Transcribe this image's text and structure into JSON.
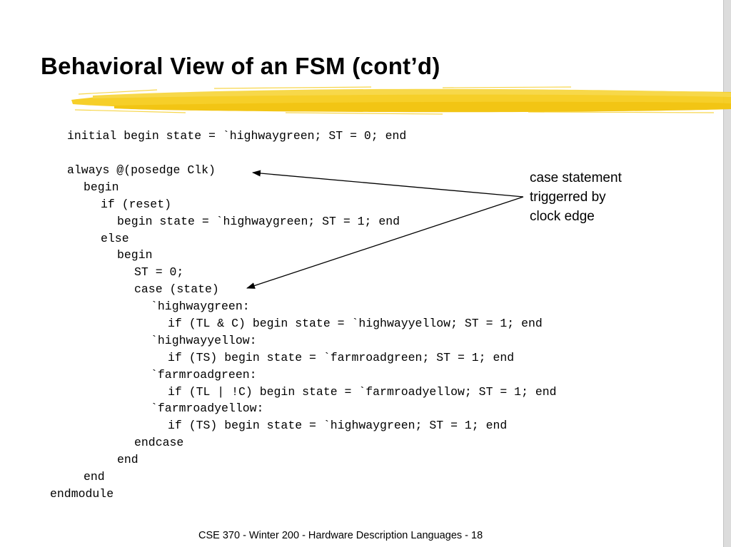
{
  "slide": {
    "title": "Behavioral View of an FSM (cont’d)",
    "accent_color": "#f5cc1e",
    "code_lines": [
      "initial begin state = `highwaygreen; ST = 0; end",
      "always @(posedge Clk)",
      "begin",
      "if (reset)",
      "begin state = `highwaygreen; ST = 1; end",
      "else",
      "begin",
      "ST = 0;",
      "case (state)",
      "`highwaygreen:",
      "if (TL & C) begin state = `highwayyellow; ST = 1; end",
      "`highwayyellow:",
      "if (TS) begin state = `farmroadgreen; ST = 1; end",
      "`farmroadgreen:",
      "if (TL | !C) begin state = `farmroadyellow; ST = 1; end",
      "`farmroadyellow:",
      "if (TS) begin state = `highwaygreen; ST = 1; end",
      "endcase",
      "end",
      "end",
      "endmodule"
    ],
    "annotation_lines": [
      "case statement",
      "triggerred by",
      "clock edge"
    ],
    "footer": "CSE 370 - Winter 200 - Hardware Description Languages - 18"
  }
}
